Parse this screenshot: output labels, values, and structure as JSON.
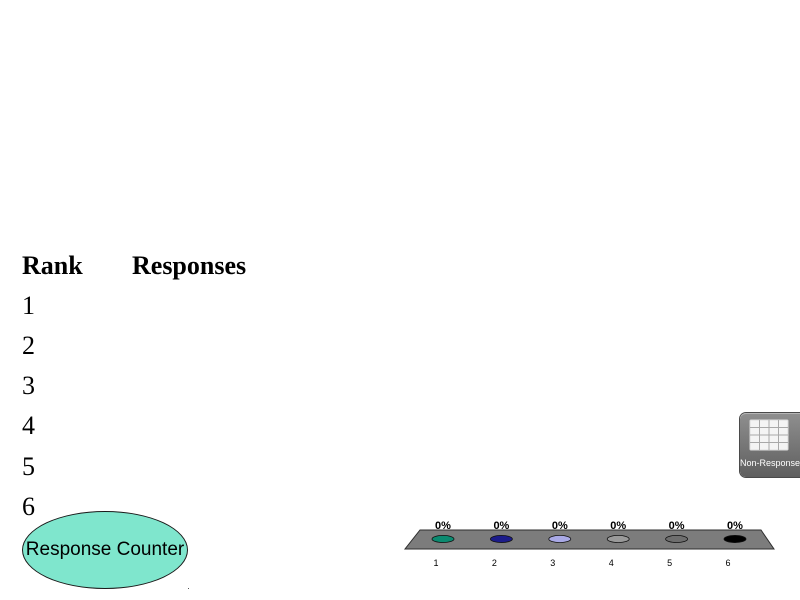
{
  "rank_table": {
    "header_rank": "Rank",
    "header_responses": "Responses",
    "ranks": [
      "1",
      "2",
      "3",
      "4",
      "5",
      "6"
    ]
  },
  "counter": {
    "label": "Response Counter",
    "fill_color": "#7fe6cd"
  },
  "non_response": {
    "label": "Non-Response",
    "icon": "grid-table-icon"
  },
  "chart_data": {
    "type": "bar",
    "categories": [
      "1",
      "2",
      "3",
      "4",
      "5",
      "6"
    ],
    "values": [
      0,
      0,
      0,
      0,
      0,
      0
    ],
    "value_labels": [
      "0%",
      "0%",
      "0%",
      "0%",
      "0%",
      "0%"
    ],
    "colors": [
      "#0b8a70",
      "#1c1c8a",
      "#a9a9e6",
      "#9a9a9a",
      "#6e6e6e",
      "#000000"
    ],
    "ylim": [
      0,
      100
    ],
    "grid": false,
    "legend": "none"
  }
}
